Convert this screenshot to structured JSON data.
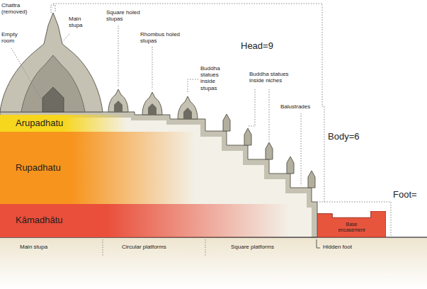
{
  "diagram": {
    "nodes": [
      {
        "text": [
          "Arupadhatu"
        ]
      },
      {
        "text": [
          "Rupadhatu"
        ]
      },
      {
        "text": [
          "Kāmadhātu"
        ]
      },
      {
        "text": [
          "Base encasement"
        ]
      }
    ],
    "labels": [
      "Chattra (removed)",
      "Empty room",
      "Main stupa",
      "Square holed stupas",
      "Rhombus holed stupas",
      "Buddha statues inside stupas",
      "Head=9",
      "Buddha statues inside niches",
      "Balustrades",
      "Body=6",
      "Foot=",
      "Main stupa",
      "Circular platforms",
      "Square platforms",
      "Hidden foot"
    ]
  }
}
